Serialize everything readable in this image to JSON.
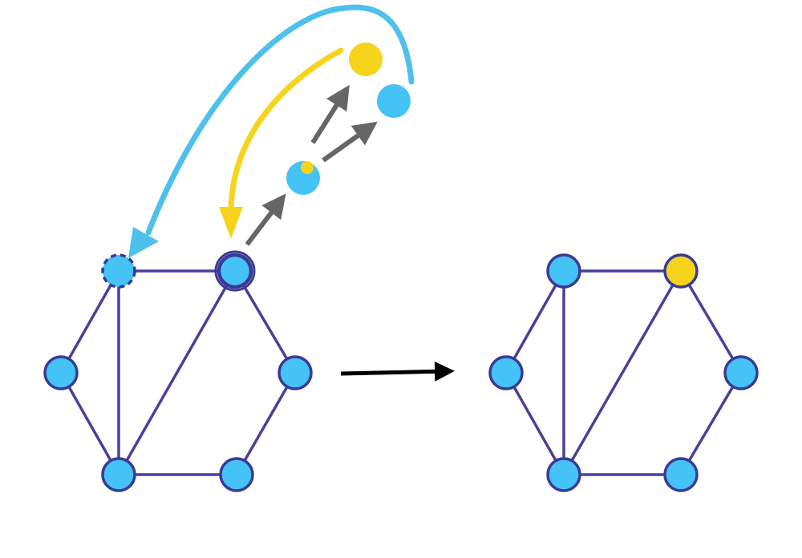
{
  "colors": {
    "node_fill": "#45c3f5",
    "node_stroke": "#3a3a96",
    "edge": "#4b3f9a",
    "highlight": "#f7d41c",
    "blue_arrow": "#4ec0ec",
    "gray_arrow": "#666666",
    "transform_arrow": "#000000",
    "background": "#ffffff"
  },
  "graphs": [
    {
      "name": "input-graph",
      "nodes": [
        "a",
        "b",
        "c",
        "d",
        "e",
        "f"
      ],
      "node_colors": [
        "blue",
        "blue",
        "blue",
        "blue",
        "blue",
        "blue"
      ],
      "styles": {
        "a": "dashed",
        "b": "double"
      },
      "edges": [
        [
          "a",
          "b"
        ],
        [
          "a",
          "c"
        ],
        [
          "a",
          "e"
        ],
        [
          "b",
          "d"
        ],
        [
          "b",
          "e"
        ],
        [
          "c",
          "e"
        ],
        [
          "e",
          "f"
        ],
        [
          "d",
          "f"
        ]
      ]
    },
    {
      "name": "output-graph",
      "nodes": [
        "a",
        "b",
        "c",
        "d",
        "e",
        "f"
      ],
      "node_colors": [
        "blue",
        "yellow",
        "blue",
        "blue",
        "blue",
        "blue"
      ],
      "styles": {},
      "edges": [
        [
          "a",
          "b"
        ],
        [
          "a",
          "c"
        ],
        [
          "a",
          "e"
        ],
        [
          "b",
          "d"
        ],
        [
          "b",
          "e"
        ],
        [
          "c",
          "e"
        ],
        [
          "e",
          "f"
        ],
        [
          "d",
          "f"
        ]
      ]
    }
  ],
  "split_process": {
    "split_node": "b",
    "intermediate": "mixed",
    "results": [
      "yellow",
      "blue"
    ],
    "blue_goes_to": "a",
    "yellow_goes_to": "b"
  }
}
